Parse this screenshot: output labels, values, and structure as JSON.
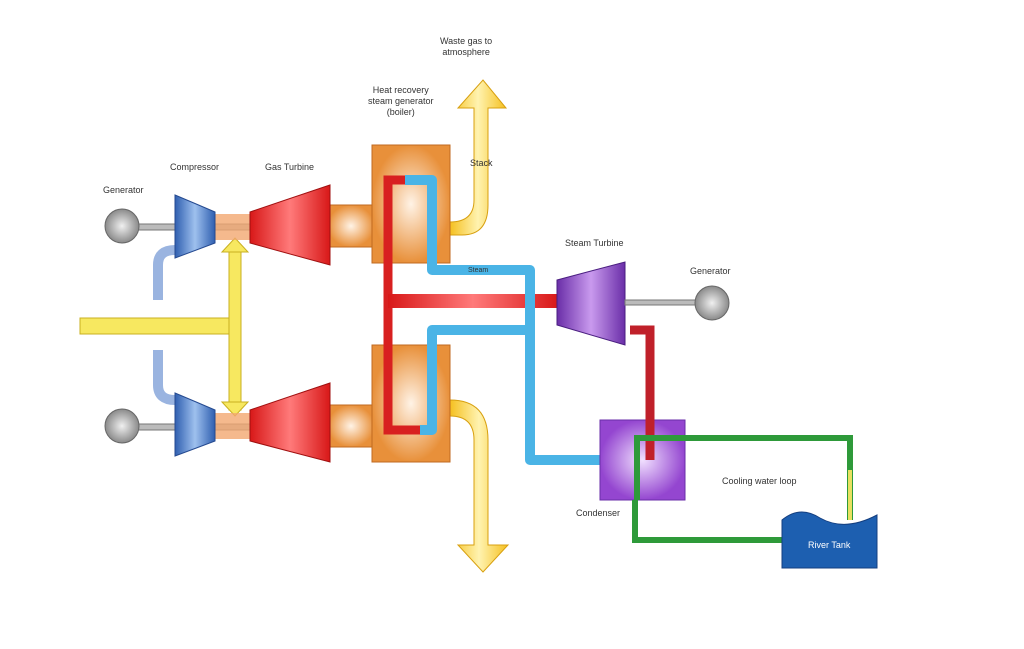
{
  "labels": {
    "waste_gas": [
      "Waste gas to",
      "atmosphere"
    ],
    "hrsg": [
      "Heat recovery",
      "steam generator",
      "(boiler)"
    ],
    "stack": "Stack",
    "compressor": "Compressor",
    "gas_turbine": "Gas Turbine",
    "generator_left": "Generator",
    "steam_turbine": "Steam Turbine",
    "generator_right": "Generator",
    "steam": "Steam",
    "condenser": "Condenser",
    "cooling_loop": "Cooling water loop",
    "river_tank": "River Tank"
  },
  "colors": {
    "blue": "#4a7fc8",
    "red": "#e02020",
    "orange": "#e8903a",
    "yellow": "#f5d040",
    "purple": "#8e44c8",
    "green": "#2e9a3a",
    "tank": "#1d5fb0"
  }
}
